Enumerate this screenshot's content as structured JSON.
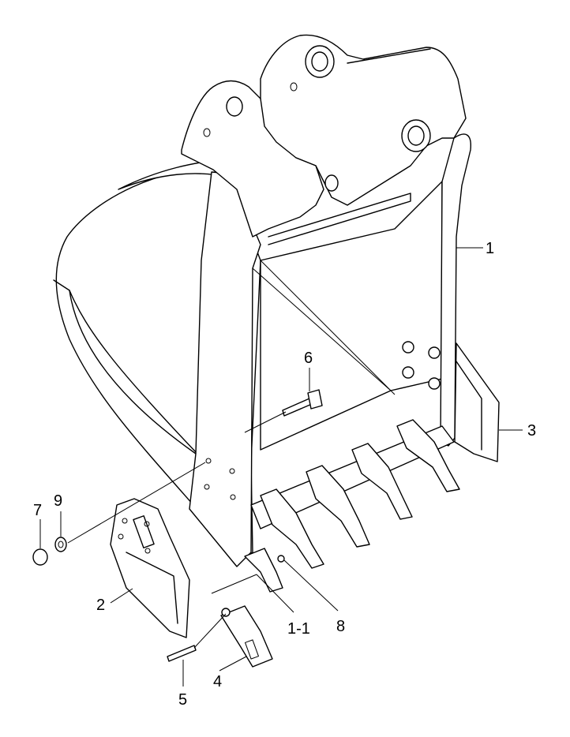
{
  "callouts": [
    {
      "id": "part-1",
      "label": "1"
    },
    {
      "id": "part-2",
      "label": "2"
    },
    {
      "id": "part-3",
      "label": "3"
    },
    {
      "id": "part-4",
      "label": "4"
    },
    {
      "id": "part-5",
      "label": "5"
    },
    {
      "id": "part-6",
      "label": "6"
    },
    {
      "id": "part-7",
      "label": "7"
    },
    {
      "id": "part-8",
      "label": "8"
    },
    {
      "id": "part-9",
      "label": "9"
    },
    {
      "id": "part-1-1",
      "label": "1-1"
    }
  ]
}
